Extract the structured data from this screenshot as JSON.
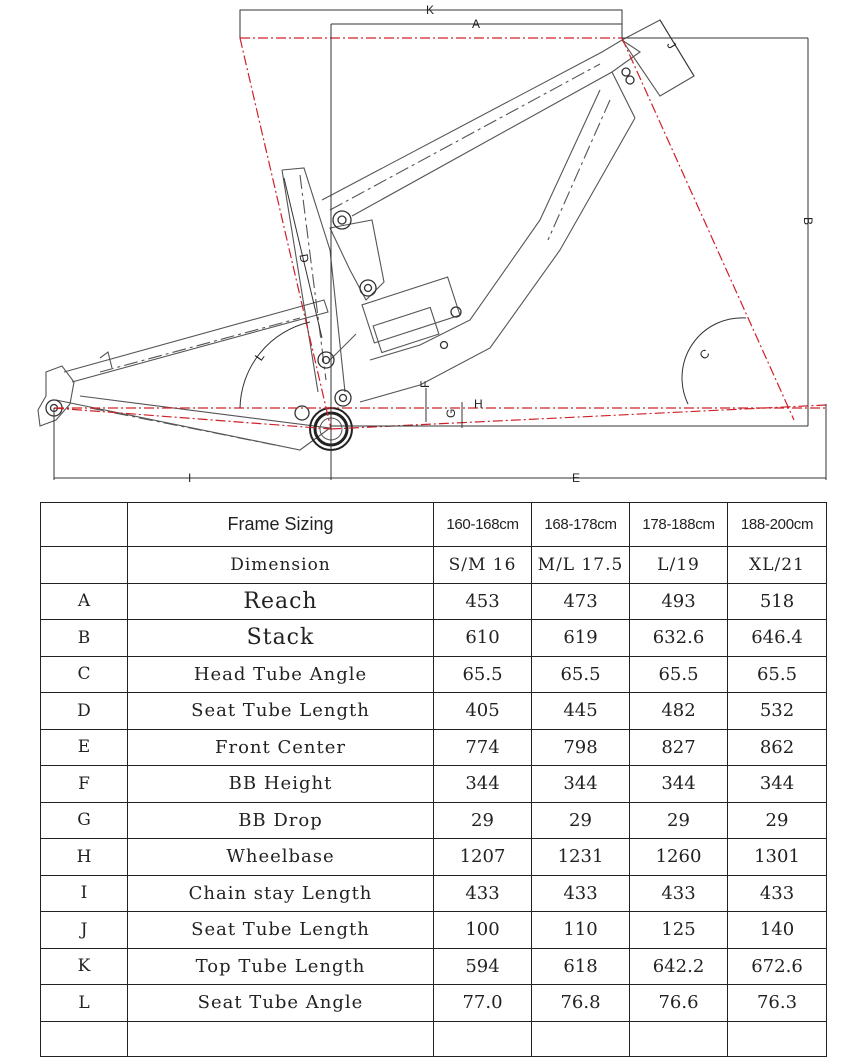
{
  "diagram": {
    "labels": {
      "A": "A",
      "B": "B",
      "C": "C",
      "D": "D",
      "E": "E",
      "F": "F",
      "G": "G",
      "H": "H",
      "I": "I",
      "J": "J",
      "K": "K",
      "L": "L"
    },
    "colors": {
      "frame": "#555555",
      "dimension": "#333333",
      "geometry": "#d0202a"
    }
  },
  "table": {
    "title": "Frame Sizing",
    "heights": [
      "160-168cm",
      "168-178cm",
      "178-188cm",
      "188-200cm"
    ],
    "dimension_label": "Dimension",
    "sizes": [
      "S/M 16",
      "M/L 17.5",
      "L/19",
      "XL/21"
    ],
    "rows": [
      {
        "code": "A",
        "name": "Reach",
        "values": [
          "453",
          "473",
          "493",
          "518"
        ]
      },
      {
        "code": "B",
        "name": "Stack",
        "values": [
          "610",
          "619",
          "632.6",
          "646.4"
        ]
      },
      {
        "code": "C",
        "name": "Head Tube Angle",
        "values": [
          "65.5",
          "65.5",
          "65.5",
          "65.5"
        ]
      },
      {
        "code": "D",
        "name": "Seat Tube Length",
        "values": [
          "405",
          "445",
          "482",
          "532"
        ]
      },
      {
        "code": "E",
        "name": "Front Center",
        "values": [
          "774",
          "798",
          "827",
          "862"
        ]
      },
      {
        "code": "F",
        "name": "BB Height",
        "values": [
          "344",
          "344",
          "344",
          "344"
        ]
      },
      {
        "code": "G",
        "name": "BB Drop",
        "values": [
          "29",
          "29",
          "29",
          "29"
        ]
      },
      {
        "code": "H",
        "name": "Wheelbase",
        "values": [
          "1207",
          "1231",
          "1260",
          "1301"
        ]
      },
      {
        "code": "I",
        "name": "Chain stay Length",
        "values": [
          "433",
          "433",
          "433",
          "433"
        ]
      },
      {
        "code": "J",
        "name": "Seat Tube Length",
        "values": [
          "100",
          "110",
          "125",
          "140"
        ]
      },
      {
        "code": "K",
        "name": "Top Tube Length",
        "values": [
          "594",
          "618",
          "642.2",
          "672.6"
        ]
      },
      {
        "code": "L",
        "name": "Seat Tube Angle",
        "values": [
          "77.0",
          "76.8",
          "76.6",
          "76.3"
        ]
      }
    ]
  }
}
